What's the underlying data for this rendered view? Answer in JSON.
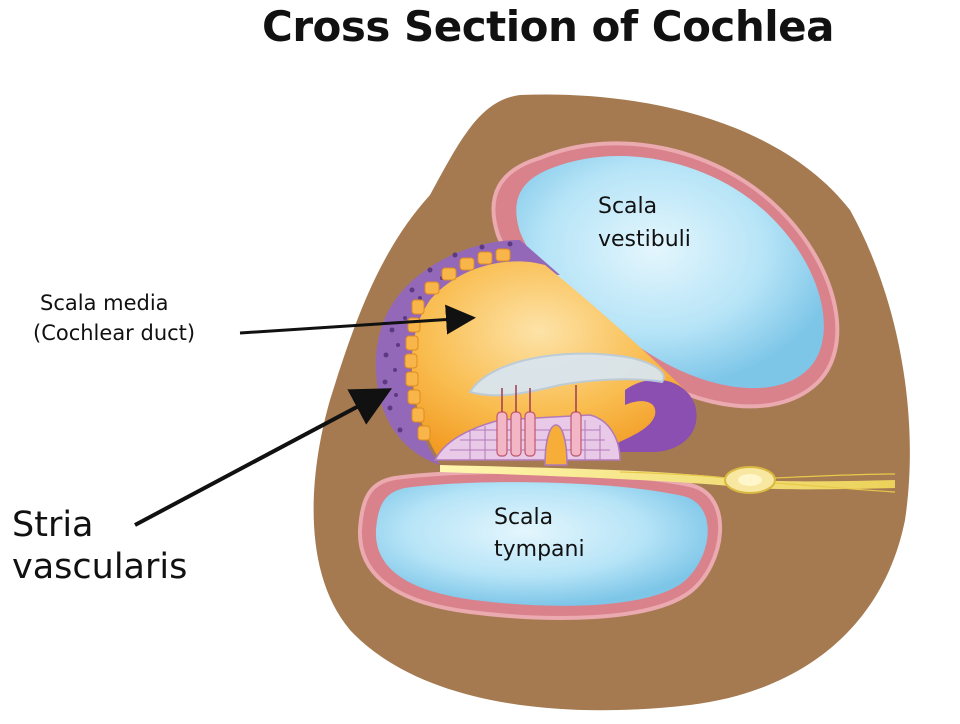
{
  "title": "Cross Section of Cochlea",
  "labels": {
    "scala_vestibuli": [
      "Scala",
      "vestibuli"
    ],
    "scala_media": [
      "Scala media",
      "(Cochlear duct)"
    ],
    "stria_vascularis": [
      "Stria",
      "vascularis"
    ],
    "scala_tympani": [
      "Scala",
      "tympani"
    ]
  },
  "colors": {
    "bone": "#A57A51",
    "fluid": "#8CD2F0",
    "membrane": "#D9828C",
    "media": "#F7AE38",
    "stria": "#9468B8",
    "organ": "#E8C9E8",
    "nerve": "#F2E27A"
  }
}
